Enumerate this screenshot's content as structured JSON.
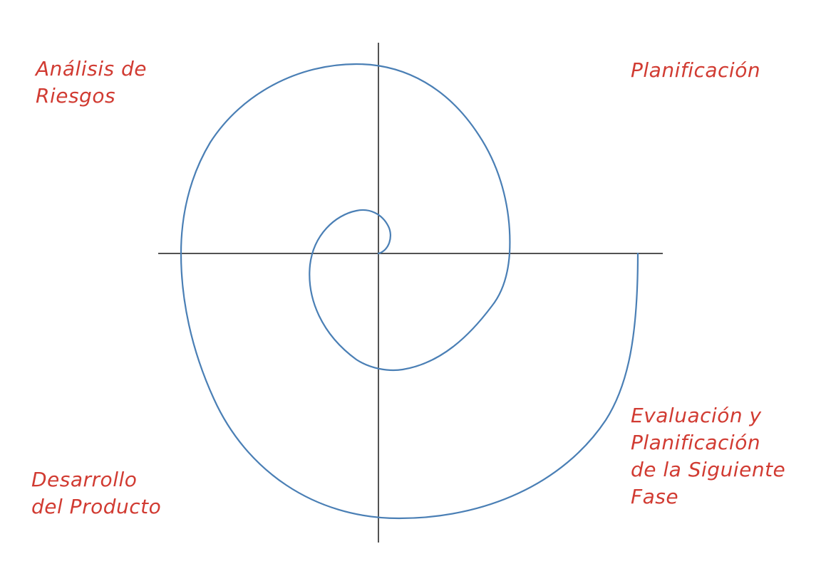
{
  "labels": {
    "top_left": [
      "Análisis de",
      "Riesgos"
    ],
    "top_right": [
      "Planificación"
    ],
    "bottom_left": [
      "Desarrollo",
      "del Producto"
    ],
    "bottom_right": [
      "Evaluación y",
      "Planificación",
      "de la Siguiente",
      "Fase"
    ]
  },
  "colors": {
    "spiral": "#4a7fb5",
    "axes": "#1a1a1a",
    "labels": "#d13b32",
    "background": "#ffffff"
  }
}
